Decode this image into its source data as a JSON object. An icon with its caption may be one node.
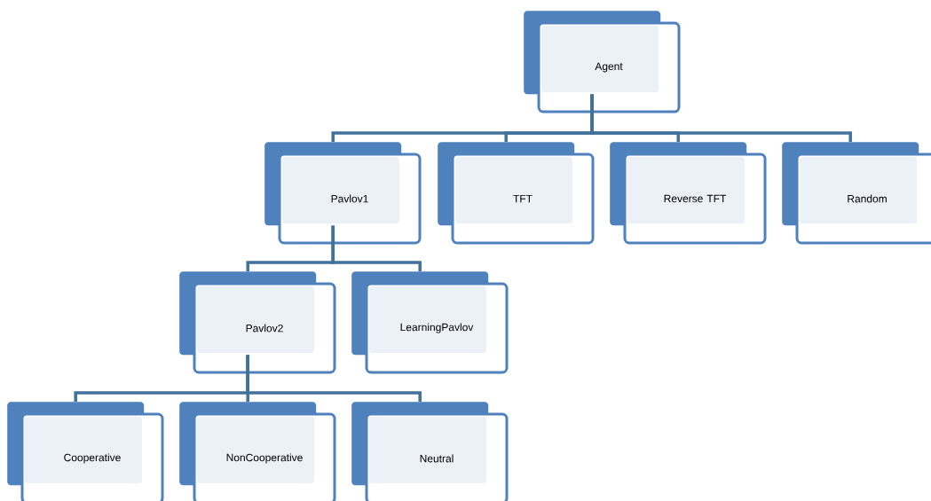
{
  "diagram": {
    "nodes": [
      {
        "text": [
          "Agent"
        ]
      },
      {
        "text": [
          "Pavlov1"
        ]
      },
      {
        "text": [
          "TFT"
        ]
      },
      {
        "text": [
          "Reverse TFT"
        ]
      },
      {
        "text": [
          "Random"
        ]
      },
      {
        "text": [
          "Pavlov2"
        ]
      },
      {
        "text": [
          "LearningPavlov"
        ]
      },
      {
        "text": [
          "Cooperative"
        ]
      },
      {
        "text": [
          "NonCooperative"
        ]
      },
      {
        "text": [
          "Neutral"
        ]
      }
    ],
    "edges": [
      {
        "from": 0,
        "to": 1,
        "arrow": "none"
      },
      {
        "from": 0,
        "to": 2,
        "arrow": "none"
      },
      {
        "from": 0,
        "to": 3,
        "arrow": "none"
      },
      {
        "from": 0,
        "to": 4,
        "arrow": "none"
      },
      {
        "from": 1,
        "to": 5,
        "arrow": "none"
      },
      {
        "from": 1,
        "to": 6,
        "arrow": "none"
      },
      {
        "from": 5,
        "to": 7,
        "arrow": "none"
      },
      {
        "from": 5,
        "to": 8,
        "arrow": "none"
      },
      {
        "from": 5,
        "to": 9,
        "arrow": "none"
      }
    ]
  }
}
